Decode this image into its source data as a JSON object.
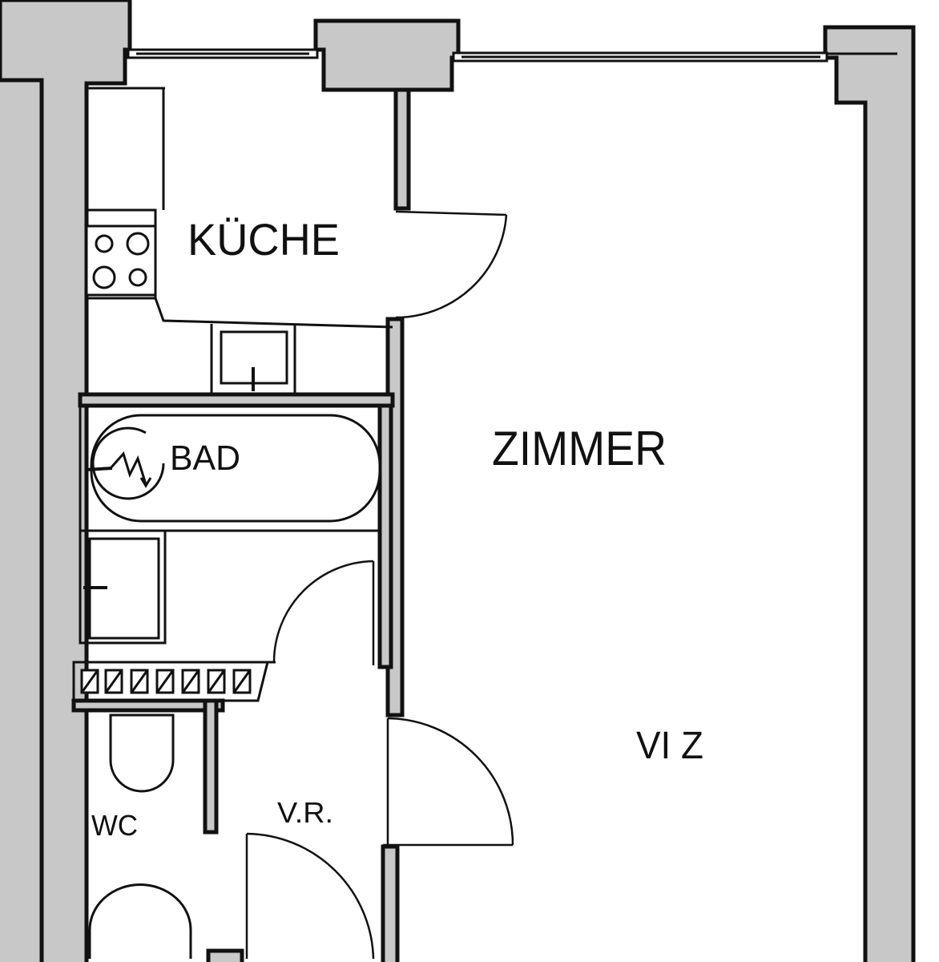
{
  "rooms": {
    "kueche": "KÜCHE",
    "zimmer": "ZIMMER",
    "bad": "BAD",
    "wc": "WC",
    "vorraum": "V.R.",
    "unit": "VI Z"
  },
  "colors": {
    "wall_fill": "#c8c8c8",
    "line": "#111111",
    "background": "#ffffff"
  }
}
